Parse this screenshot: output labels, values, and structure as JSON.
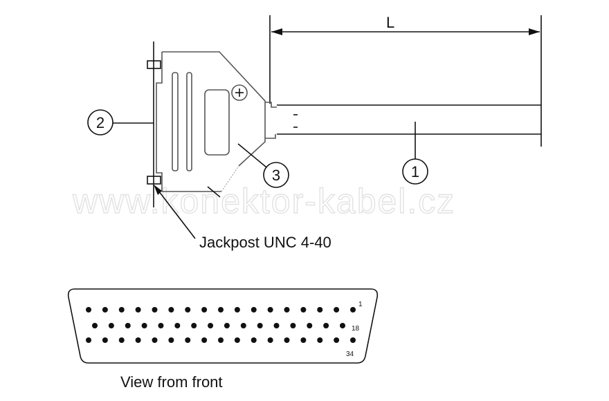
{
  "dimension_label": "L",
  "callouts": [
    "1",
    "2",
    "3"
  ],
  "jackpost_label": "Jackpost UNC 4-40",
  "watermark": "www.konektor-kabel.cz",
  "front_view": {
    "caption": "View from front",
    "pin_labels": {
      "first": "1",
      "second_row_start": "18",
      "third_row_start": "34"
    },
    "rows": [
      17,
      16,
      17
    ]
  }
}
